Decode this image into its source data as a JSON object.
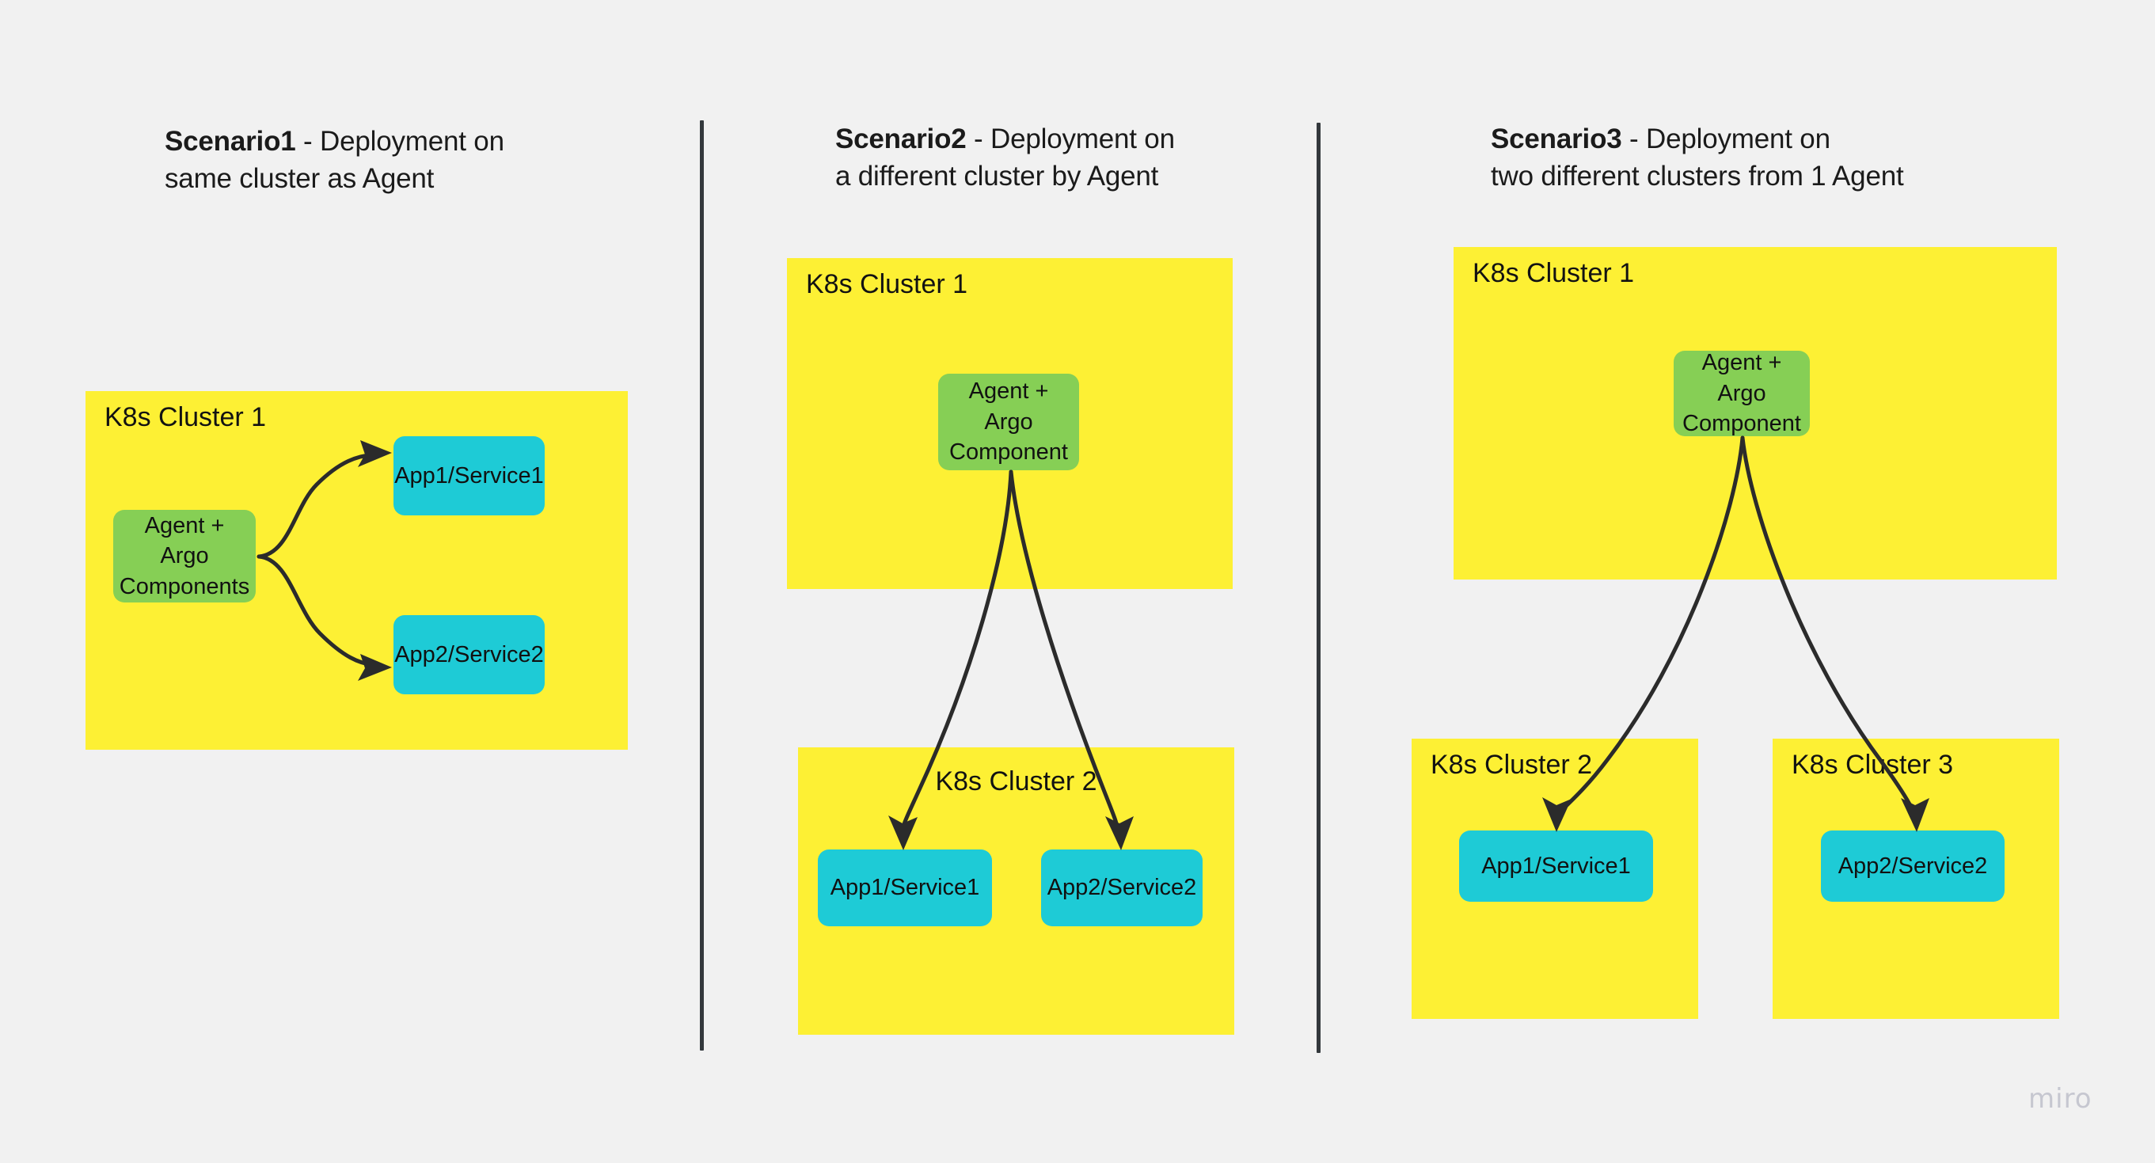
{
  "board": {
    "background_color": "#f1f1f1",
    "watermark": "miro",
    "cluster_color": "#fdf034",
    "agent_color": "#86cf55",
    "app_color": "#1ecbd6",
    "arrow_color": "#2b2b2b",
    "divider_color": "#33383c"
  },
  "scenarios": [
    {
      "id": "scenario-1",
      "title_strong": "Scenario1",
      "title_rest": " - Deployment on",
      "title_line2": "same cluster as Agent",
      "clusters": [
        {
          "label": "K8s Cluster 1",
          "label_align": "left"
        }
      ],
      "nodes": [
        {
          "id": "agent",
          "label": "Agent + Argo\nComponents",
          "type": "agent"
        },
        {
          "id": "app1",
          "label": "App1/Service1",
          "type": "app"
        },
        {
          "id": "app2",
          "label": "App2/Service2",
          "type": "app"
        }
      ],
      "edges": [
        {
          "from": "agent",
          "to": "app1"
        },
        {
          "from": "agent",
          "to": "app2"
        }
      ]
    },
    {
      "id": "scenario-2",
      "title_strong": "Scenario2",
      "title_rest": " - Deployment on",
      "title_line2": "a different cluster by Agent",
      "clusters": [
        {
          "label": "K8s Cluster 1",
          "label_align": "left"
        },
        {
          "label": "K8s Cluster 2",
          "label_align": "center"
        }
      ],
      "nodes": [
        {
          "id": "agent",
          "label": "Agent +\nArgo\nComponent",
          "type": "agent"
        },
        {
          "id": "app1",
          "label": "App1/Service1",
          "type": "app"
        },
        {
          "id": "app2",
          "label": "App2/Service2",
          "type": "app"
        }
      ],
      "edges": [
        {
          "from": "agent",
          "to": "app1"
        },
        {
          "from": "agent",
          "to": "app2"
        }
      ]
    },
    {
      "id": "scenario-3",
      "title_strong": "Scenario3",
      "title_rest": " - Deployment on",
      "title_line2": "two different clusters from 1 Agent",
      "clusters": [
        {
          "label": "K8s Cluster 1",
          "label_align": "left"
        },
        {
          "label": "K8s Cluster 2",
          "label_align": "left"
        },
        {
          "label": "K8s Cluster 3",
          "label_align": "left"
        }
      ],
      "nodes": [
        {
          "id": "agent",
          "label": "Agent +\nArgo\nComponent",
          "type": "agent"
        },
        {
          "id": "app1",
          "label": "App1/Service1",
          "type": "app"
        },
        {
          "id": "app2",
          "label": "App2/Service2",
          "type": "app"
        }
      ],
      "edges": [
        {
          "from": "agent",
          "to": "app1"
        },
        {
          "from": "agent",
          "to": "app2"
        }
      ]
    }
  ]
}
